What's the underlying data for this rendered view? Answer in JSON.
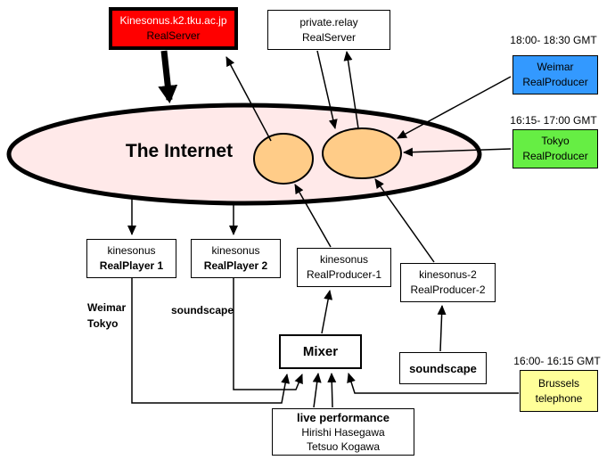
{
  "diagram": {
    "internet": {
      "label": "The Internet"
    },
    "kinesonus_server": {
      "line1": "Kinesonus.k2.tku.ac.jp",
      "line2": "RealServer"
    },
    "private_relay": {
      "line1": "private.relay",
      "line2": "RealServer"
    },
    "weimar_producer": {
      "time": "18:00- 18:30 GMT",
      "line1": "Weimar",
      "line2": "RealProducer"
    },
    "tokyo_producer": {
      "time": "16:15- 17:00 GMT",
      "line1": "Tokyo",
      "line2": "RealProducer"
    },
    "realplayer1": {
      "line1": "kinesonus",
      "line2": "RealPlayer 1"
    },
    "realplayer2": {
      "line1": "kinesonus",
      "line2": "RealPlayer 2"
    },
    "realproducer1": {
      "line1": "kinesonus",
      "line2": "RealProducer-1"
    },
    "realproducer2": {
      "line1": "kinesonus-2",
      "line2": "RealProducer-2"
    },
    "player1_sources": {
      "line1": "Weimar",
      "line2": "Tokyo"
    },
    "player2_source": "soundscape",
    "mixer": {
      "label": "Mixer"
    },
    "soundscape_box": {
      "label": "soundscape"
    },
    "brussels": {
      "time": "16:00- 16:15 GMT",
      "line1": "Brussels",
      "line2": "telephone"
    },
    "live_performance": {
      "line1": "live performance",
      "line2": "Hirishi Hasegawa",
      "line3": "Tetsuo Kogawa"
    },
    "colors": {
      "server_red": "#ff0000",
      "weimar_blue": "#3399ff",
      "tokyo_green": "#66ee44",
      "brussels_yellow": "#ffff99",
      "internet_fill": "#ffe9e9",
      "internet_node_fill": "#ffcc88"
    }
  }
}
